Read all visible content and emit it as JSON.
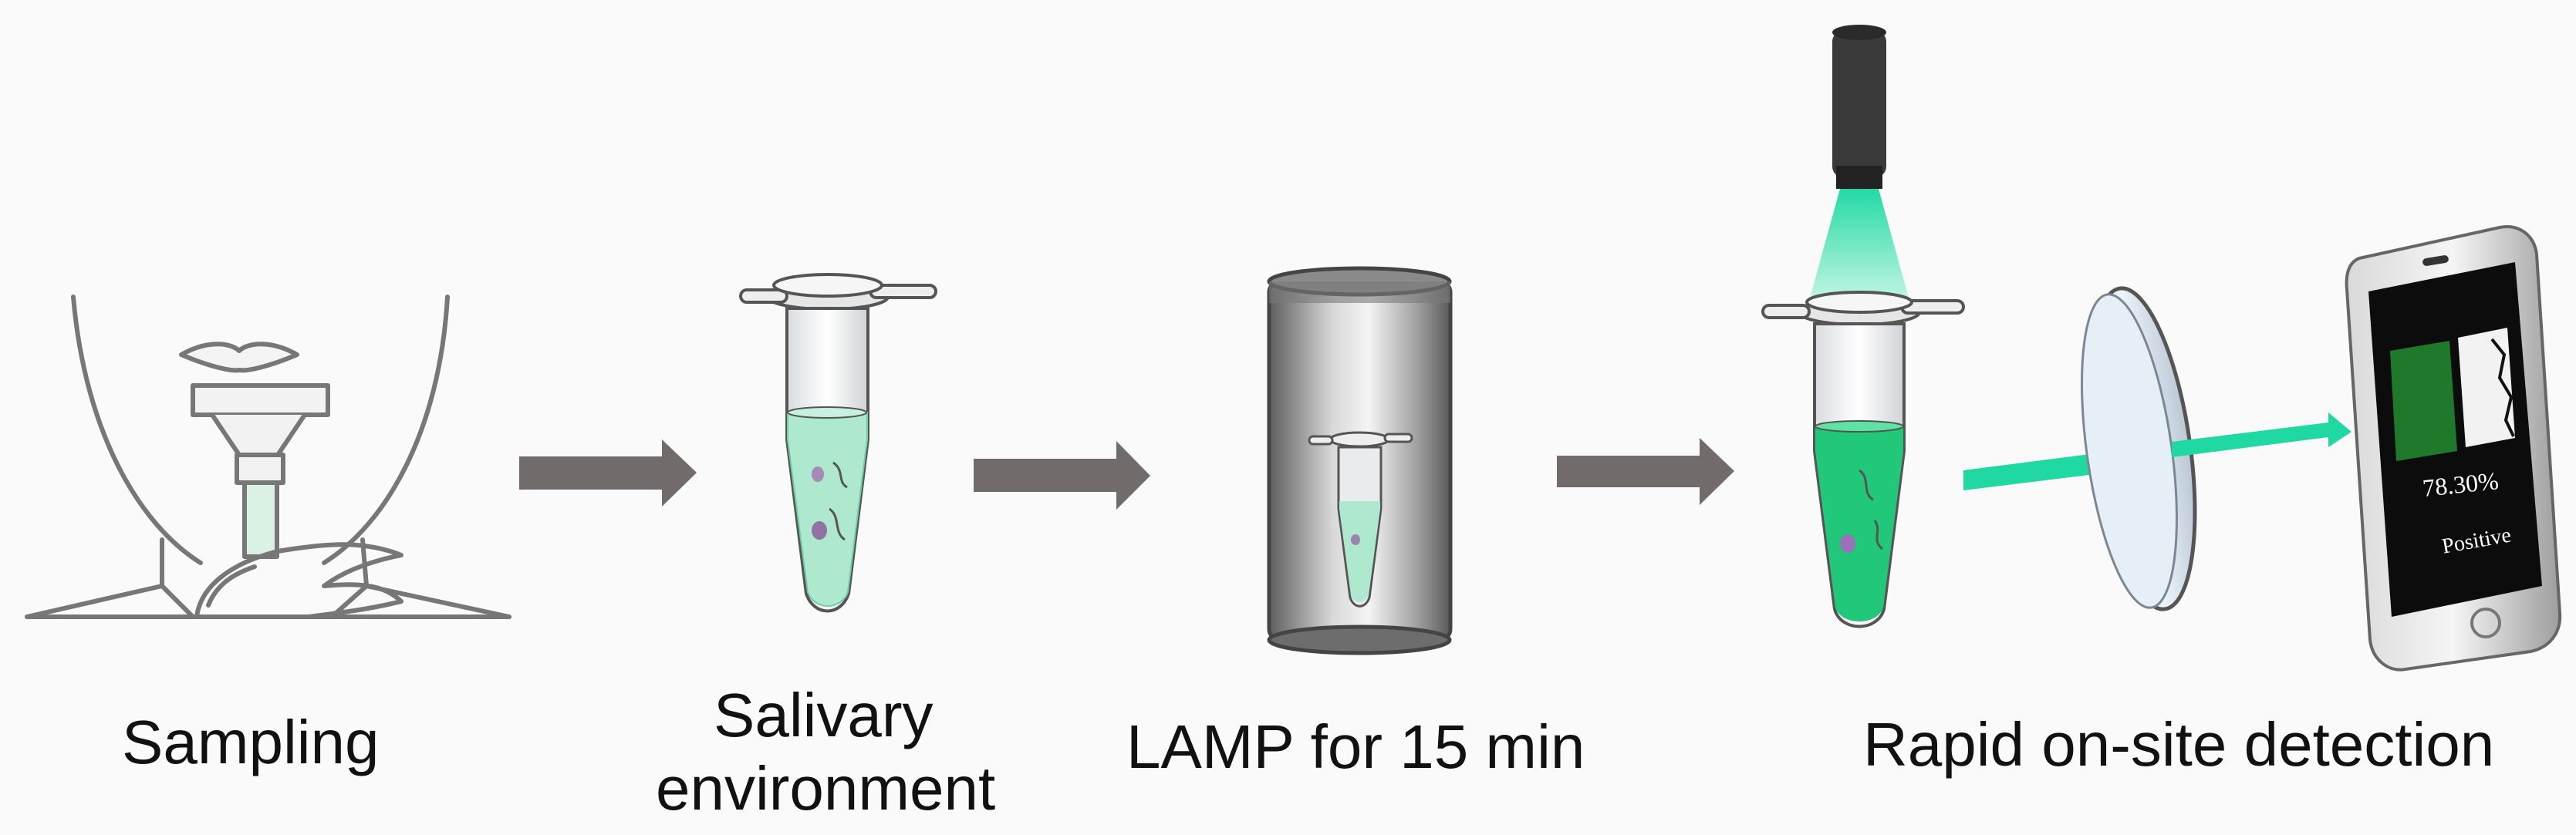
{
  "steps": {
    "sampling": "Sampling",
    "salivary_line1": "Salivary",
    "salivary_line2": "environment",
    "lamp": "LAMP for 15 min",
    "detection": "Rapid on-site detection"
  },
  "phone": {
    "percent": "78.30%",
    "result": "Positive"
  },
  "colors": {
    "arrow": "#716b6b",
    "liquid_light": "#aee9cf",
    "liquid_bright": "#22c87a",
    "beam": "#1fd8a2",
    "phone_green": "#1e7a2a"
  },
  "icons": [
    "face-sampling-icon",
    "tube-icon",
    "heater-icon",
    "flashlight-icon",
    "filter-lens-icon",
    "smartphone-icon"
  ]
}
